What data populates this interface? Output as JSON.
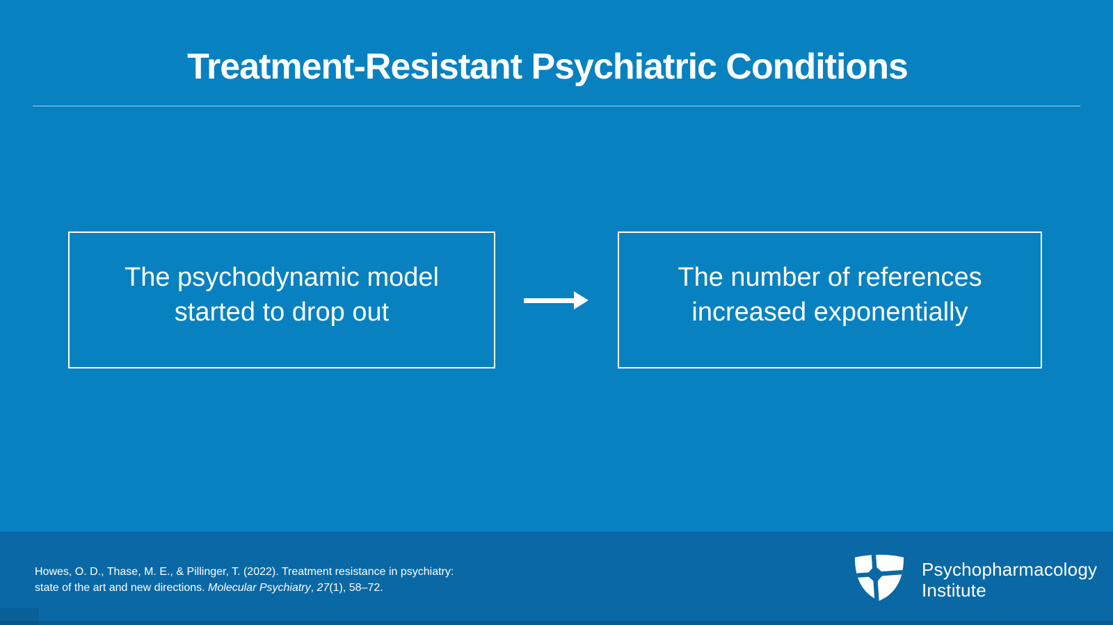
{
  "slide": {
    "title": "Treatment-Resistant Psychiatric Conditions",
    "flow": {
      "box_left": {
        "line1": "The psychodynamic model",
        "line2": "started to drop out"
      },
      "box_right": {
        "line1": "The number of references",
        "line2": "increased exponentially"
      },
      "connector": "arrow-right"
    }
  },
  "footer": {
    "citation": {
      "line1": "Howes, O. D., Thase, M. E., & Pillinger, T. (2022). Treatment resistance in psychiatry:",
      "line2_prefix": "state of the art and new directions. ",
      "journal_italic": "Molecular Psychiatry",
      "comma": ", ",
      "volume_italic": "27",
      "line2_suffix": "(1), 58–72."
    },
    "logo": {
      "icon": "shield-cross-icon",
      "line1": "Psychopharmacology",
      "line2": "Institute"
    }
  },
  "colors": {
    "background": "#0881c1",
    "footer_background": "#0a68a4",
    "text": "#ffffff",
    "box_border": "#ffffff",
    "divider": "rgba(255,255,255,0.65)"
  }
}
